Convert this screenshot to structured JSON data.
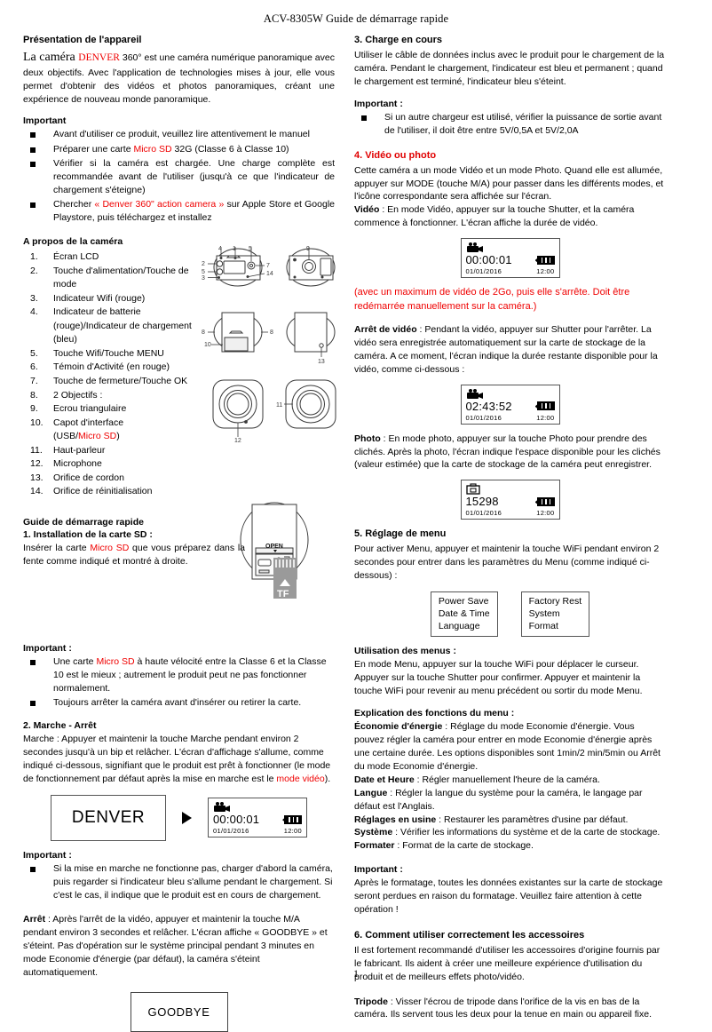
{
  "document": {
    "title": "ACV-8305W Guide de démarrage rapide",
    "page_number": "1"
  },
  "left": {
    "intro": {
      "heading": "Présentation de l'appareil",
      "lead_a": "La caméra ",
      "lead_brand": "DENVER",
      "lead_b": " 360° est une caméra numérique panoramique avec deux objectifs. Avec l'application de technologies mises à jour, elle vous permet d'obtenir des vidéos et photos panoramiques, créant une expérience de nouveau monde panoramique."
    },
    "important_1": {
      "heading": "Important",
      "items": [
        {
          "pre": "Avant d'utiliser ce produit, veuillez lire attentivement le manuel",
          "red": "",
          "post": ""
        },
        {
          "pre": "Préparer une carte ",
          "red": "Micro SD",
          "post": " 32G (Classe 6 à Classe 10)"
        },
        {
          "pre": "Vérifier si la caméra est chargée. Une charge complète est recommandée avant de l'utiliser (jusqu'à ce que l'indicateur de chargement s'éteigne)",
          "red": "",
          "post": ""
        },
        {
          "pre": "Chercher ",
          "red": "« Denver 360\" action camera »",
          "post": " sur Apple Store et Google Playstore, puis téléchargez et installez"
        }
      ]
    },
    "about": {
      "heading": "A propos de la caméra",
      "items": [
        {
          "n": "1.",
          "pre": "Écran LCD",
          "red": "",
          "post": ""
        },
        {
          "n": "2.",
          "pre": "Touche d'alimentation/Touche de mode",
          "red": "",
          "post": ""
        },
        {
          "n": "3.",
          "pre": "Indicateur Wifi (rouge)",
          "red": "",
          "post": ""
        },
        {
          "n": "4.",
          "pre": "Indicateur de batterie (rouge)/Indicateur de chargement (bleu)",
          "red": "",
          "post": ""
        },
        {
          "n": "5.",
          "pre": "Touche Wifi/Touche MENU",
          "red": "",
          "post": ""
        },
        {
          "n": "6.",
          "pre": "Témoin d'Activité (en rouge)",
          "red": "",
          "post": ""
        },
        {
          "n": "7.",
          "pre": "Touche de fermeture/Touche OK",
          "red": "",
          "post": ""
        },
        {
          "n": "8.",
          "pre": "2 Objectifs :",
          "red": "",
          "post": ""
        },
        {
          "n": "9.",
          "pre": "Ecrou triangulaire",
          "red": "",
          "post": ""
        },
        {
          "n": "10.",
          "pre": "Capot d'interface",
          "red": "",
          "post": ""
        },
        {
          "n": "",
          "pre": "(USB/",
          "red": "Micro SD",
          "post": ")"
        },
        {
          "n": "11.",
          "pre": "Haut-parleur",
          "red": "",
          "post": ""
        },
        {
          "n": "12.",
          "pre": "Microphone",
          "red": "",
          "post": ""
        },
        {
          "n": "13.",
          "pre": "Orifice de cordon",
          "red": "",
          "post": ""
        },
        {
          "n": "14.",
          "pre": "Orifice de réinitialisation",
          "red": "",
          "post": ""
        }
      ]
    },
    "quickstart": {
      "heading": "Guide de démarrage rapide",
      "step1_heading": "1.  Installation de la carte SD :",
      "step1_a": "Insérer la carte ",
      "step1_red": "Micro SD",
      "step1_b": " que vous préparez dans la fente comme indiqué et montré à droite.",
      "sd_label_open": "OPEN",
      "sd_label_tf": "TF"
    },
    "important_2": {
      "heading": "Important :",
      "items": [
        {
          "pre": "Une carte ",
          "red": "Micro SD",
          "post": " à haute vélocité entre la Classe 6 et la Classe 10 est le mieux ; autrement le produit peut ne pas fonctionner normalement."
        },
        {
          "pre": "Toujours arrêter la caméra avant d'insérer ou retirer la carte.",
          "red": "",
          "post": ""
        }
      ]
    },
    "step2": {
      "heading": "2.  Marche - Arrêt",
      "body_a": "Marche : Appuyer et maintenir la touche Marche pendant environ 2 secondes jusqu'à un bip et relâcher. L'écran d'affichage s'allume, comme indiqué ci-dessous, signifiant que le produit est prêt à fonctionner (le mode de fonctionnement par défaut après la mise en marche est le ",
      "body_red": "mode vidéo",
      "body_b": ").",
      "splash_text": "DENVER",
      "lcd": {
        "time": "00:00:01",
        "date": "01/01/2016",
        "clock": "12:00"
      }
    },
    "important_3": {
      "heading": "Important :",
      "items": [
        {
          "pre": "Si la mise en marche ne fonctionne pas, charger d'abord la caméra, puis regarder si l'indicateur bleu s'allume pendant le chargement. Si c'est le cas, il indique que le produit est en cours de chargement.",
          "red": "",
          "post": ""
        }
      ]
    },
    "stop": {
      "label": "Arrêt",
      "body": " : Après l'arrêt de la vidéo, appuyer et maintenir la touche M/A pendant environ 3 secondes et relâcher. L'écran affiche « GOODBYE » et s'éteint. Pas d'opération sur le système principal pendant 3 minutes en mode Economie d'énergie (par défaut), la caméra s'éteint automatiquement.",
      "goodbye_text": "GOODBYE"
    }
  },
  "right": {
    "step3": {
      "heading": "3.  Charge en cours",
      "body": "Utiliser le câble de données inclus avec le produit pour le chargement de la caméra. Pendant le chargement, l'indicateur est bleu et permanent ; quand le chargement est terminé, l'indicateur bleu s'éteint."
    },
    "important_4": {
      "heading": "Important :",
      "items": [
        {
          "pre": "Si un autre chargeur est utilisé, vérifier la puissance de sortie avant de l'utiliser, il doit être entre 5V/0,5A et 5V/2,0A",
          "red": "",
          "post": ""
        }
      ]
    },
    "step4": {
      "heading": "4.  Vidéo ou photo",
      "body": "Cette caméra a un mode Vidéo et un mode Photo. Quand elle est allumée, appuyer sur MODE (touche M/A) pour passer dans les différents modes, et l'icône correspondante sera affichée sur l'écran.",
      "video_label": "Vidéo",
      "video_body": " : En mode Vidéo, appuyer sur la touche Shutter, et la caméra commence à fonctionner. L'écran affiche la durée de vidéo.",
      "lcd_video": {
        "time": "00:00:01",
        "date": "01/01/2016",
        "clock": "12:00"
      },
      "red_note": "(avec un maximum de vidéo de 2Go, puis elle s'arrête. Doit être redémarrée manuellement sur la caméra.)",
      "stop_video_label": "Arrêt de vidéo",
      "stop_video_body": " : Pendant la vidéo, appuyer sur Shutter pour l'arrêter. La vidéo sera enregistrée automatiquement sur la carte de stockage de la caméra. A ce moment, l'écran indique la durée restante disponible pour la vidéo, comme ci-dessous :",
      "lcd_remaining": {
        "time": "02:43:52",
        "date": "01/01/2016",
        "clock": "12:00"
      },
      "photo_label": "Photo",
      "photo_body": " : En mode photo, appuyer sur la touche Photo pour prendre des clichés. Après la photo, l'écran indique l'espace disponible pour les clichés (valeur estimée) que la carte de stockage de la caméra peut enregistrer.",
      "lcd_photo": {
        "count": "15298",
        "date": "01/01/2016",
        "clock": "12:00"
      }
    },
    "step5": {
      "heading": "5.  Réglage de menu",
      "body": "Pour activer Menu, appuyer et maintenir la touche WiFi pendant environ 2 secondes pour entrer dans les paramètres du Menu (comme indiqué ci-dessous) :",
      "menu_box_1": [
        "Power Save",
        "Date & Time",
        "Language"
      ],
      "menu_box_2": [
        "Factory Rest",
        "System",
        "Format"
      ],
      "usage_heading": "Utilisation des menus :",
      "usage_body": "En mode Menu, appuyer sur la touche WiFi pour déplacer le curseur. Appuyer sur la touche Shutter pour confirmer. Appuyer et maintenir la touche WiFi pour revenir au menu précédent ou sortir du mode Menu.",
      "explain_heading": "Explication des fonctions du menu :",
      "functions": [
        {
          "label": "Économie d'énergie",
          "text": " : Réglage du mode Economie d'énergie. Vous pouvez régler la caméra pour entrer en mode Economie d'énergie après une certaine durée. Les options disponibles sont 1min/2 min/5min ou Arrêt du mode Economie d'énergie."
        },
        {
          "label": "Date et Heure",
          "text": " : Régler manuellement l'heure de la caméra."
        },
        {
          "label": "Langue",
          "text": " : Régler la langue du système pour la caméra, le langage par défaut est l'Anglais."
        },
        {
          "label": "Réglages en usine",
          "text": " : Restaurer les paramètres d'usine par défaut."
        },
        {
          "label": "Système",
          "text": " : Vérifier les informations du système et de la carte de stockage."
        },
        {
          "label": "Formater",
          "text": " : Format de la carte de stockage."
        }
      ]
    },
    "important_5": {
      "heading": "Important :",
      "body": "Après le formatage, toutes les données existantes sur la carte de stockage seront perdues en raison du formatage. Veuillez faire attention à cette opération !"
    },
    "step6": {
      "heading": "6.  Comment utiliser correctement les accessoires",
      "body": "Il est fortement recommandé d'utiliser les accessoires d'origine fournis par le fabricant. Ils aident à créer une meilleure expérience d'utilisation du produit et de meilleurs effets photo/vidéo.",
      "tripod_label": "Tripode",
      "tripod_body": " : Visser l'écrou de tripode dans l'orifice de la vis en bas de la caméra. Ils servent tous les deux pour la tenue en main ou appareil fixe."
    }
  },
  "colors": {
    "red": "#ef0000",
    "text": "#000000"
  }
}
